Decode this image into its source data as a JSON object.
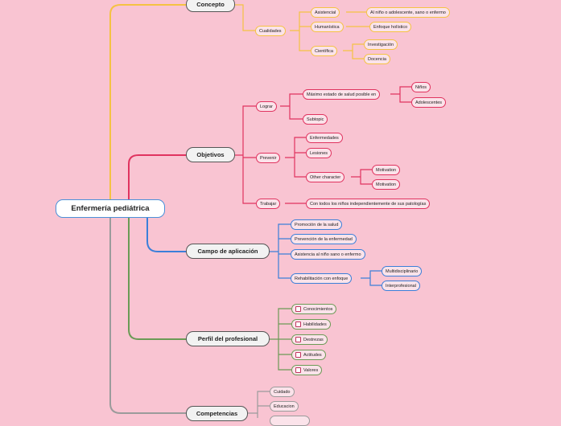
{
  "root": "Enfermería pediátrica",
  "branches": {
    "concepto": "Concepto",
    "cualidades": "Cualidades",
    "asistencial": "Asistencial",
    "asistencial_detail": "Al niño o adolescente, sano o enfermo",
    "humanistica": "Humanística",
    "humanistica_detail": "Enfoque holístico",
    "cientifica": "Científica",
    "investigacion": "Investigación",
    "docencia": "Docencia",
    "objetivos": "Objetivos",
    "lograr": "Lograr",
    "maximo": "Máximo estado de salud posible en",
    "ninos": "Niños",
    "adolescentes": "Adolescentes",
    "subtopic": "Subtopic",
    "prevenir": "Prevenir",
    "enfermedades": "Enfermedades",
    "lesiones": "Lesiones",
    "other": "Other character",
    "motivation1": "Motivation",
    "motivation2": "Motivation",
    "trabajar": "Trabajar",
    "trabajar_detail": "Con todos los niños independientemente de sus patologías",
    "campo": "Campo de aplicación",
    "promocion": "Promoción de la salud",
    "prevencion": "Prevención de la enfermedad",
    "asistencia": "Asistencia al niño sano o enfermo",
    "rehabilitacion": "Rehabilitación con enfoque",
    "multi": "Multidisciplinario",
    "inter": "Interprofesional",
    "perfil": "Perfil del profesional",
    "conocimientos": "Conocimientos",
    "habilidades": "Habilidades",
    "destrezas": "Destrezas",
    "actitudes": "Actitudes",
    "valores": "Valores",
    "competencias": "Competencias",
    "cuidado": "Cuidado",
    "educacion": "Educacion"
  },
  "colors": {
    "yellow": "#f5c242",
    "red": "#e0335f",
    "blue": "#3b7fd9",
    "green": "#6b9a55",
    "gray": "#9b9b9b"
  }
}
